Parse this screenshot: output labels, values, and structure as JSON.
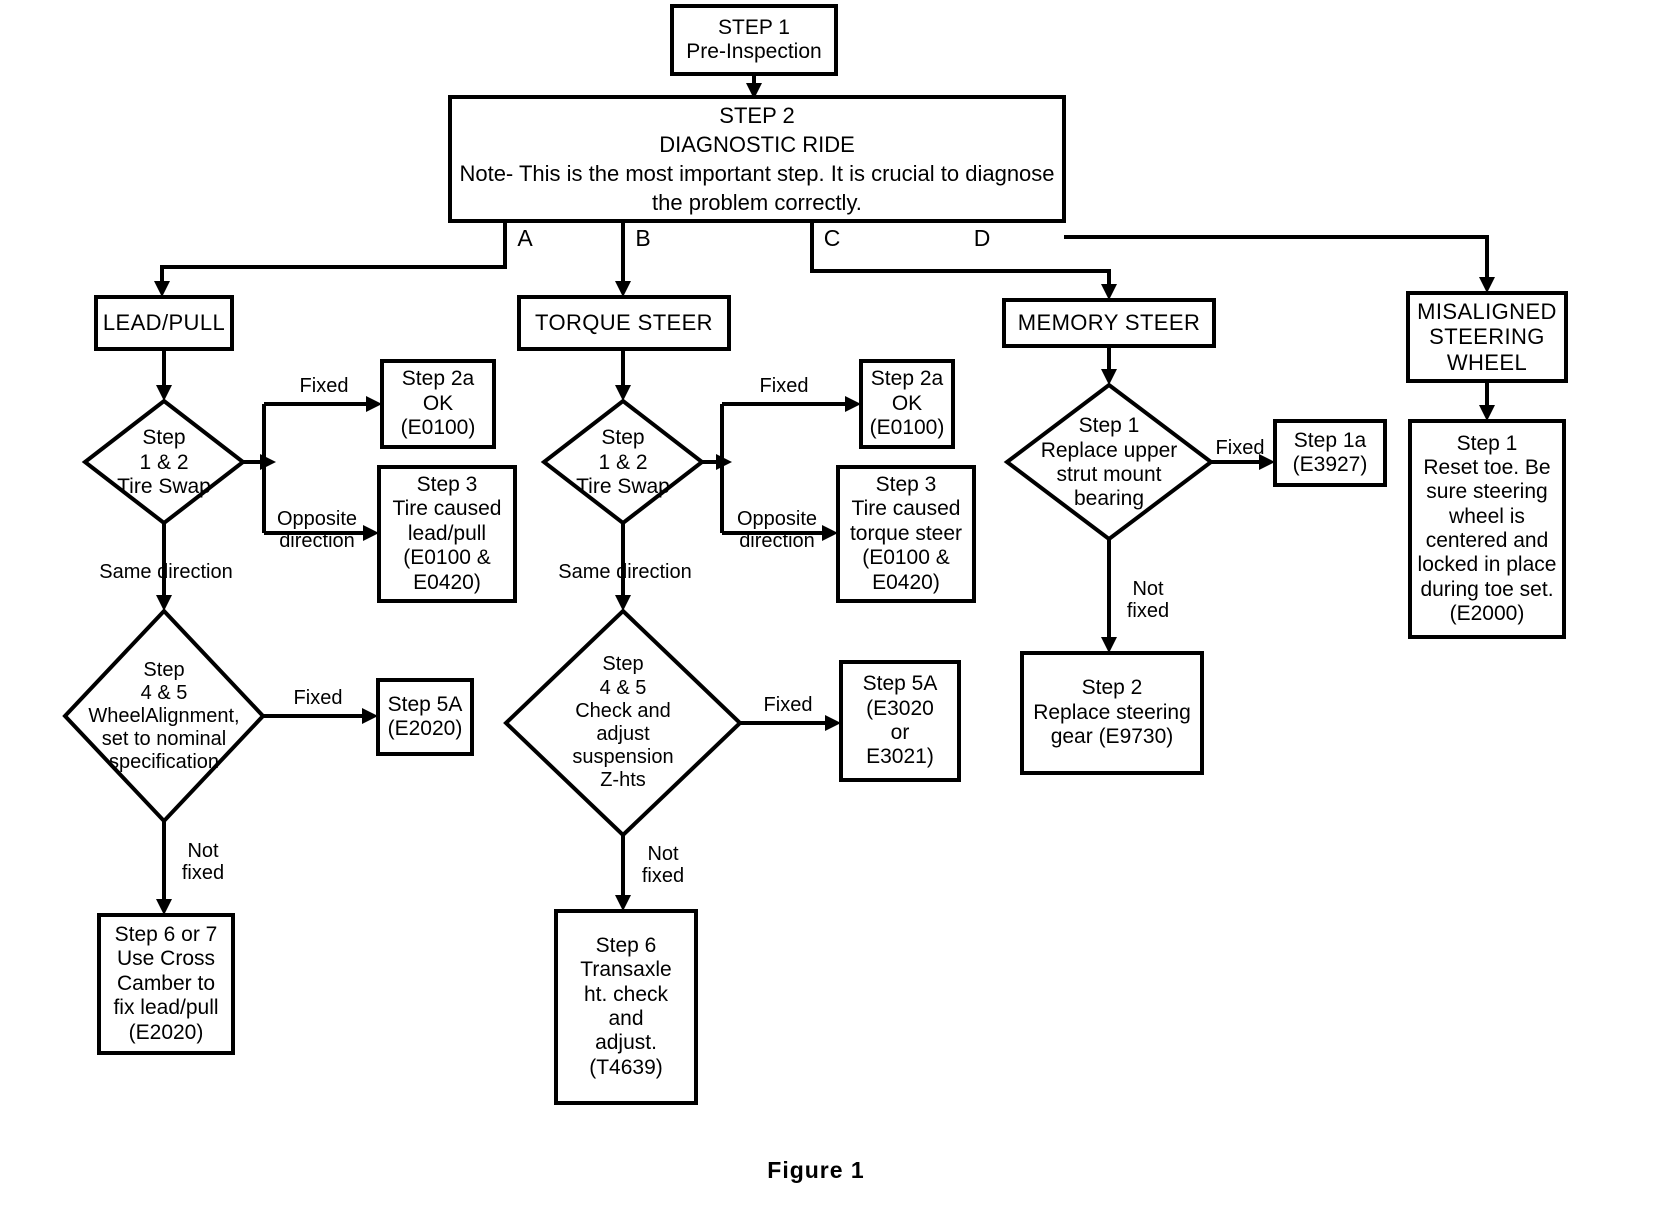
{
  "figure": {
    "caption": "Figure  1"
  },
  "nodes": {
    "step1": {
      "label": "STEP 1\nPre-Inspection"
    },
    "step2": {
      "label": "STEP 2\nDIAGNOSTIC RIDE\nNote- This is the most important step.  It is crucial to diagnose\nthe problem correctly."
    },
    "lead_pull": {
      "label": "LEAD/PULL"
    },
    "torque_steer": {
      "label": "TORQUE STEER"
    },
    "memory_steer": {
      "label": "MEMORY STEER"
    },
    "misaligned_steering_wheel": {
      "label": "MISALIGNED\nSTEERING\nWHEEL"
    },
    "lp_tire_swap": {
      "label": "Step\n1 & 2\nTire Swap"
    },
    "lp_step2a": {
      "label": "Step 2a\nOK\n(E0100)"
    },
    "lp_step3": {
      "label": "Step 3\nTire caused\nlead/pull\n(E0100 &\nE0420)"
    },
    "lp_wheel_align": {
      "label": "Step\n4 & 5\nWheelAlignment,\nset to nominal\nspecification"
    },
    "lp_step5a": {
      "label": "Step 5A\n(E2020)"
    },
    "lp_step67": {
      "label": "Step 6 or 7\nUse Cross\nCamber to\nfix lead/pull\n(E2020)"
    },
    "ts_tire_swap": {
      "label": "Step\n1 & 2\nTire Swap"
    },
    "ts_step2a": {
      "label": "Step 2a\nOK\n(E0100)"
    },
    "ts_step3": {
      "label": "Step 3\nTire caused\ntorque steer\n(E0100 &\nE0420)"
    },
    "ts_suspension": {
      "label": "Step\n4 & 5\nCheck and\nadjust\nsuspension\nZ-hts"
    },
    "ts_step5a": {
      "label": "Step 5A\n(E3020\nor\nE3021)"
    },
    "ts_step6": {
      "label": "Step 6\nTransaxle\nht. check\nand\nadjust.\n(T4639)"
    },
    "ms_strut": {
      "label": "Step 1\nReplace upper\nstrut mount\nbearing"
    },
    "ms_step1a": {
      "label": "Step 1a\n(E3927)"
    },
    "ms_step2": {
      "label": "Step 2\nReplace steering\ngear (E9730)"
    },
    "msw_step1": {
      "label": "Step 1\nReset toe. Be\nsure steering\nwheel is\ncentered and\nlocked in place\nduring toe set.\n(E2000)"
    }
  },
  "edge_labels": {
    "branch_a": "A",
    "branch_b": "B",
    "branch_c": "C",
    "branch_d": "D",
    "lp_fixed": "Fixed",
    "lp_opposite": "Opposite\ndirection",
    "lp_same": "Same direction",
    "lp_fixed2": "Fixed",
    "lp_notfixed": "Not\nfixed",
    "ts_fixed": "Fixed",
    "ts_opposite": "Opposite\ndirection",
    "ts_same": "Same direction",
    "ts_fixed2": "Fixed",
    "ts_notfixed": "Not\nfixed",
    "ms_fixed": "Fixed",
    "ms_notfixed": "Not\nfixed"
  },
  "colors": {
    "stroke": "#000000",
    "fill": "#ffffff",
    "text": "#000000"
  }
}
